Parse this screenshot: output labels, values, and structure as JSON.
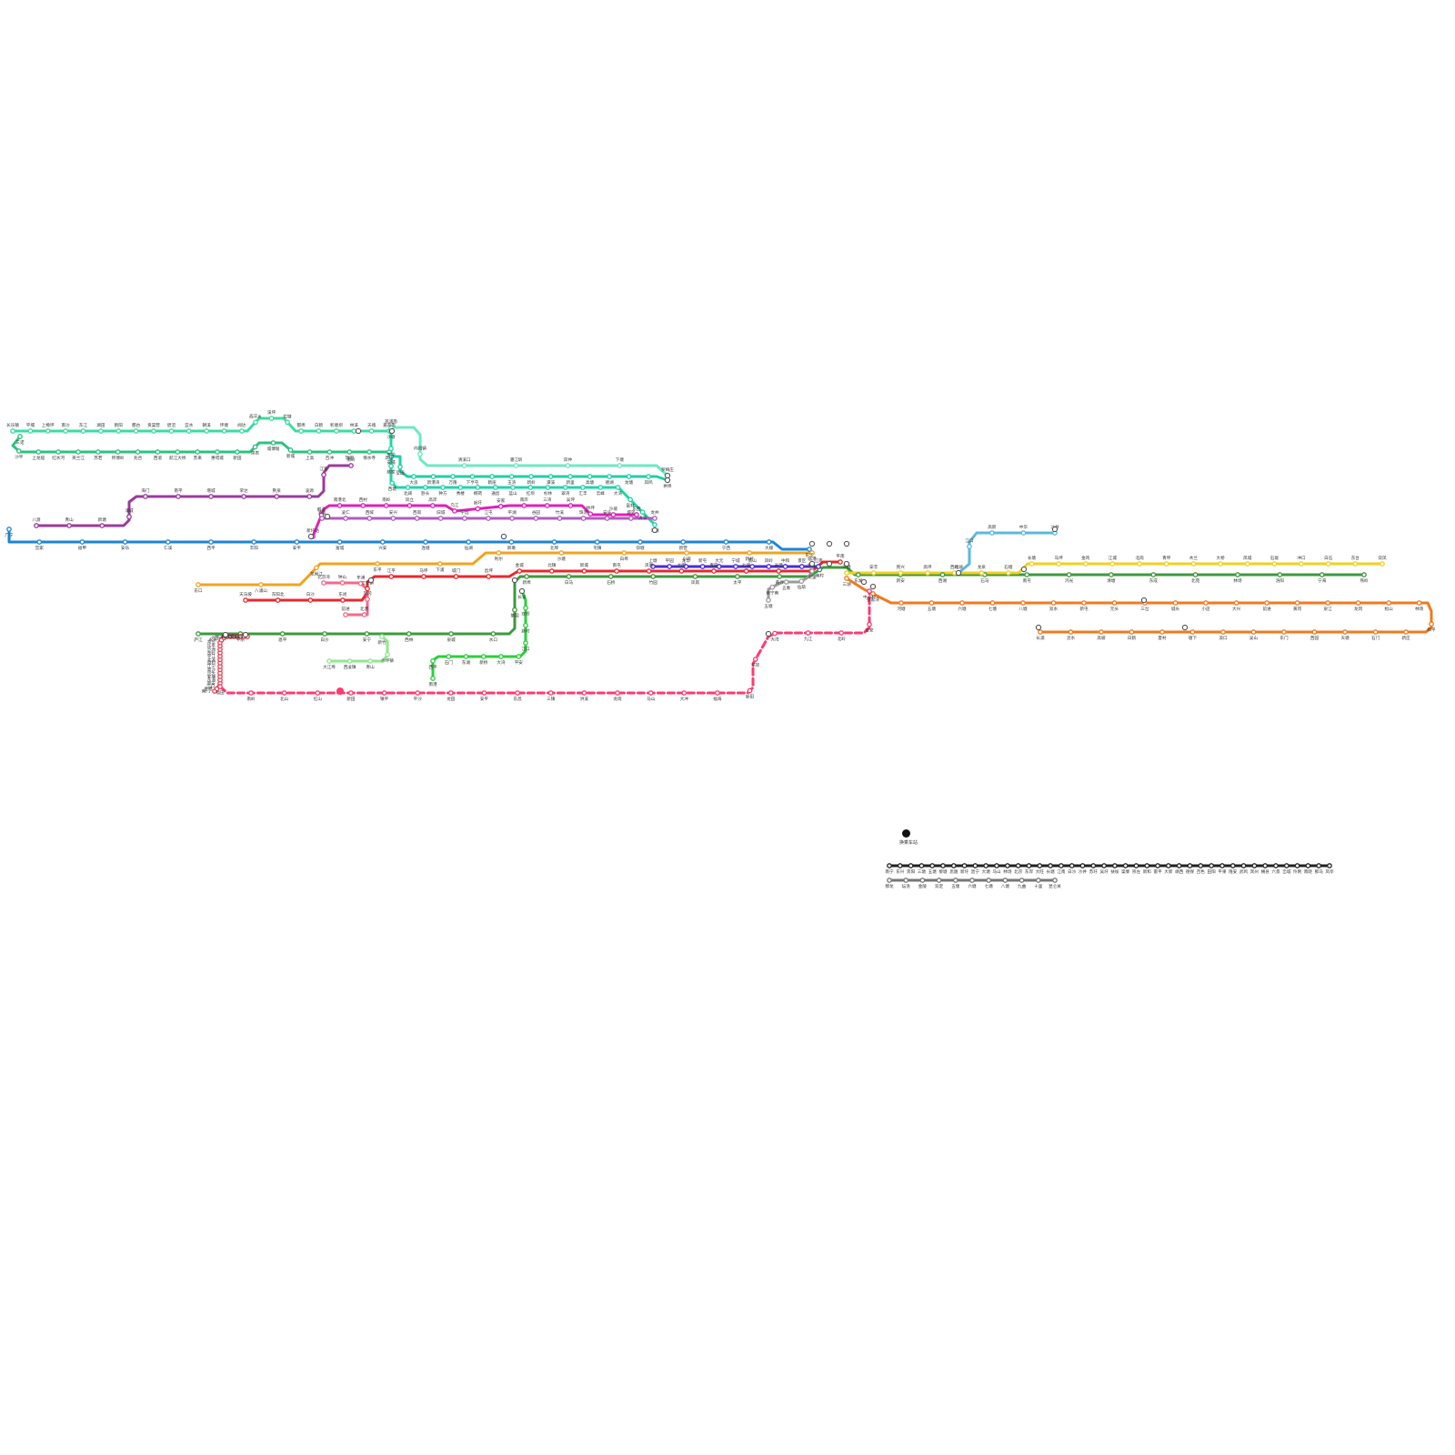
{
  "legend": {
    "label": "换乘车站"
  },
  "lines": [
    {
      "id": "L1",
      "color": "#2ec27e",
      "stations": [
        "三诺",
        "沙平",
        "上龙船",
        "红水河",
        "英兰江",
        "苏若",
        "所博岭",
        "兆合",
        "西溶",
        "航江大桥",
        "苏来",
        "惠嗒城",
        "新田",
        "泉表",
        "城博堀",
        "新城",
        "上高",
        "百冲",
        "瑞明",
        "倩水寺",
        "高田"
      ]
    },
    {
      "id": "L2",
      "color": "#3bdca0",
      "stations": [
        "长乐镇",
        "平埔",
        "上樟坪",
        "南沙",
        "东江",
        "湖田",
        "鹤阳",
        "都古",
        "贡棠营",
        "碧沼",
        "宜水",
        "朝溪",
        "坪塘",
        "闻达",
        "西平乡",
        "溪坪",
        "拉塘",
        "都埠",
        "白鹤",
        "彰塘坝",
        "林溪",
        "天峨",
        "嘉荔南"
      ]
    },
    {
      "id": "L3",
      "color": "#1fd6a5",
      "stations": [
        "沙塘",
        "东冲",
        "慈家",
        "西塘",
        "北阔",
        "卧头",
        "钟方",
        "秀楼",
        "桐荷",
        "通昌",
        "蓝山",
        "红坝",
        "杉林",
        "翠湾",
        "汇丰",
        "云峰",
        "大湾",
        "富林",
        "清溪",
        "洋湖"
      ]
    },
    {
      "id": "L4",
      "color": "#6ee8c4",
      "stations": [
        "荔浦南",
        "向阳镇",
        "清溪口",
        "潘江圳",
        "凤仲",
        "下塘",
        "罗梅庄"
      ]
    },
    {
      "id": "L5",
      "color": "#20cfa8",
      "stations": [
        "安埔",
        "草田",
        "大良",
        "新港湾",
        "万隆",
        "下亨屯",
        "鹤崖",
        "玉湾",
        "新岭",
        "潭溪",
        "新里",
        "高塘",
        "德湖",
        "龙塘",
        "凤鸣",
        "拱埠"
      ]
    },
    {
      "id": "L6",
      "color": "#9b3a9c",
      "stations": [
        "南岭",
        "江家",
        "凌源",
        "荆泉",
        "荣达",
        "增城",
        "南平",
        "海门",
        "浦城",
        "新塘",
        "青山",
        "八渡"
      ]
    },
    {
      "id": "L7",
      "color": "#e020b8",
      "stations": [
        "新圩站",
        "鹤泽",
        "南港北",
        "西村",
        "南岭",
        "凤立",
        "高岸",
        "乌江",
        "新圩",
        "安家",
        "南岸",
        "三湾",
        "吴坪",
        "林坪",
        "沙坡",
        "东西"
      ]
    },
    {
      "id": "L8",
      "color": "#b05cc0",
      "stations": [
        "清运",
        "凌仁",
        "西域",
        "安兴",
        "西岗",
        "旧城",
        "宁远",
        "江屯",
        "平湖",
        "谷园",
        "竹溪",
        "珠港",
        "安头",
        "城郊",
        "龙井"
      ]
    },
    {
      "id": "L9",
      "color": "#1a86d6",
      "stations": [
        "广宁",
        "宫家",
        "福甲",
        "安乐",
        "仁溪",
        "西平",
        "丰阳",
        "安平",
        "富城",
        "兴安",
        "连塘",
        "仙湖",
        "新墩",
        "北埠",
        "屯镇",
        "仰塘",
        "新营",
        "宁西",
        "大顺",
        "东江"
      ]
    },
    {
      "id": "L10",
      "color": "#f2a31e",
      "stations": [
        "东口",
        "八浦山",
        "龙岗江",
        "东平",
        "下浦",
        "利尔",
        "沙塘",
        "白埠",
        "小岗",
        "新村",
        "临港"
      ]
    },
    {
      "id": "L11",
      "color": "#e8282e",
      "stations": [
        "天马坡",
        "东阳北",
        "白沙",
        "东尚",
        "江宁镇",
        "江平",
        "马坪",
        "城门",
        "昌坪",
        "金城",
        "北镇",
        "新城",
        "南屯",
        "凤凰",
        "大明",
        "青阳",
        "七里",
        "长塘",
        "大昌",
        "平南"
      ]
    },
    {
      "id": "L12",
      "color": "#3c9a3c",
      "stations": [
        "庐江",
        "平乐",
        "恩平",
        "白沙",
        "安宁",
        "西林",
        "泉城",
        "水口",
        "茶园",
        "新埠",
        "白马",
        "石桥",
        "竹园",
        "凤岗",
        "太平",
        "黄沙",
        "南村",
        "东湖",
        "新安",
        "西湖",
        "石马",
        "南屯",
        "鸿光",
        "清塘",
        "东成",
        "北苑",
        "林场",
        "洛阳",
        "宁海",
        "燕岭"
      ]
    },
    {
      "id": "L13",
      "color": "#f0d020",
      "stations": [
        "三塘",
        "安丰",
        "民兴",
        "高坪",
        "西岭",
        "龙泉",
        "石塘",
        "长塘",
        "马坪",
        "金鸡",
        "江城",
        "北岗",
        "青坪",
        "木兰",
        "大桥",
        "凤城",
        "石垅",
        "冲口",
        "白石",
        "东台",
        "双凤"
      ]
    },
    {
      "id": "L14",
      "color": "#f07a1e",
      "stations": [
        "三湖",
        "张家湾",
        "河塘",
        "五塘",
        "六塘",
        "七塘",
        "八塘",
        "双水",
        "新屯",
        "元头",
        "三岔",
        "城头",
        "小店",
        "大兴",
        "前进",
        "黄冈",
        "泉江",
        "龙冈",
        "松山",
        "林场",
        "和平",
        "新庄",
        "石门",
        "天塘",
        "西园",
        "东门",
        "吴山",
        "浪口",
        "塘下",
        "夏村",
        "白鹤",
        "高坡",
        "灵水",
        "长浦"
      ]
    },
    {
      "id": "L15",
      "color": "#e8404f",
      "stations": [
        "南门",
        "金港",
        "江口",
        "新安",
        "东海",
        "安埔",
        "沙头",
        "高沙",
        "江宁",
        "周村",
        "北溪",
        "平江",
        "东岭",
        "沙洲",
        "乐平",
        "东华",
        "永兴",
        "九江",
        "双江",
        "二桥",
        "南宁",
        "西湖",
        "白石",
        "凤冈",
        "南园"
      ]
    },
    {
      "id": "L16",
      "color": "#4a2bd6",
      "stations": [
        "上塘",
        "平园",
        "龙华",
        "新屯",
        "大元",
        "宁城",
        "南山",
        "凤岭",
        "中和",
        "景区",
        "江南"
      ]
    },
    {
      "id": "L17",
      "color": "#2ad03a",
      "stations": [
        "南港",
        "西平",
        "石门",
        "东湖",
        "新桥",
        "大湾",
        "平安",
        "江口",
        "新村",
        "双桥",
        "长安"
      ]
    },
    {
      "id": "L18",
      "color": "#8fe68f",
      "stations": [
        "大江埠",
        "西凌镇",
        "青山",
        "沙坪镇",
        "新竹"
      ]
    },
    {
      "id": "L19",
      "color": "#f46a8a",
      "stations": [
        "北京湾",
        "钟山",
        "东浦",
        "凤冈",
        "北港",
        "前进"
      ]
    },
    {
      "id": "L20",
      "color": "#ff3a72",
      "stations": [
        "福田",
        "南岭",
        "北山",
        "红山",
        "新田",
        "镇平",
        "平沙",
        "龙田",
        "安平",
        "东昌",
        "三镇",
        "洪溪",
        "龙岗",
        "马山",
        "大冲",
        "福海",
        "新田",
        "东岸",
        "大湾",
        "九江",
        "北岭",
        "宝安",
        "中心村"
      ]
    },
    {
      "id": "L21",
      "color": "#9c9c9c",
      "stations": [
        "五塘",
        "南宁南",
        "五象",
        "仙葫",
        "屯里"
      ]
    },
    {
      "id": "L22",
      "color": "#5ab8e0",
      "stations": [
        "北湖",
        "江口",
        "高新",
        "中华",
        "沙井"
      ]
    },
    {
      "id": "L23",
      "color": "#222222",
      "stations": [
        "南宁",
        "东兴",
        "宾阳",
        "三塘",
        "五塘",
        "黎塘",
        "思陇",
        "新圩",
        "邕宁",
        "大塘",
        "马山",
        "林场",
        "北京",
        "东岸",
        "大旺",
        "长塘",
        "江南",
        "白沙",
        "沙井",
        "苏圩",
        "吴圩",
        "扶绥",
        "渠黎",
        "崇左",
        "新和",
        "雷平",
        "大新",
        "靖西",
        "德保",
        "百色",
        "田阳",
        "平果",
        "隆安",
        "武鸣",
        "宾州",
        "横县",
        "六景",
        "峦城",
        "伶俐",
        "南晓",
        "那马",
        "凤亭"
      ]
    },
    {
      "id": "L24",
      "color": "#777777",
      "stations": [
        "那龙",
        "坛洛",
        "金陵",
        "双定",
        "五塘",
        "六塘",
        "七塘",
        "八塘",
        "九曲",
        "十里",
        "昆仑关"
      ]
    }
  ]
}
